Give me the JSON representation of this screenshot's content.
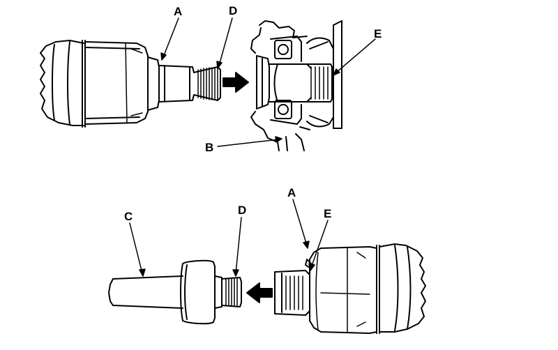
{
  "figure": {
    "callouts": {
      "top": {
        "a": "A",
        "d": "D",
        "e": "E",
        "b": "B"
      },
      "bottom": {
        "a": "A",
        "c": "C",
        "d": "D",
        "e": "E"
      }
    },
    "colors": {
      "line": "#000000",
      "background": "#ffffff",
      "arrow": "#000000"
    }
  }
}
